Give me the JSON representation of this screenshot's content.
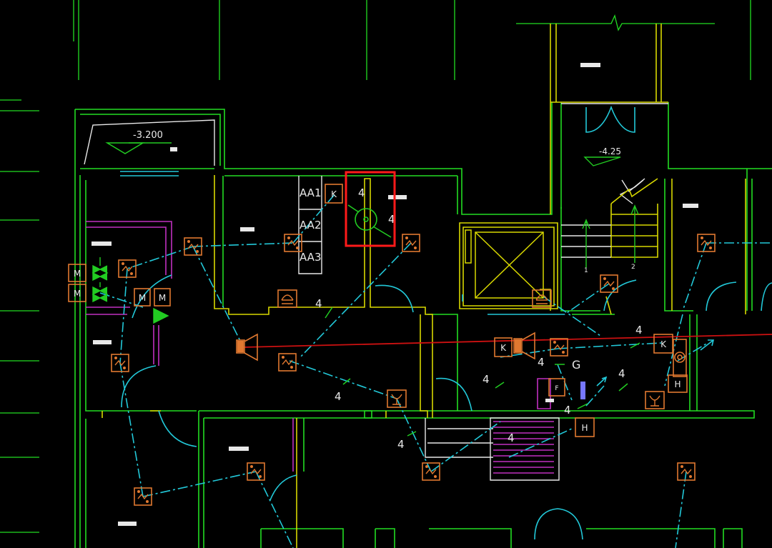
{
  "palette": {
    "background": "#000000",
    "wall_green": "#22dd22",
    "wall_yellow": "#d8d800",
    "wire_cyan": "#22c8d8",
    "device_orange": "#e07830",
    "magenta": "#c030c0",
    "red_line": "#cc1111",
    "white": "#e8e8e8",
    "selection_red": "#ff1a1a",
    "fan_green": "#22cc22",
    "highlight_blue": "#7777ff"
  },
  "levels": {
    "top_left": "-3.200",
    "stair": "-4.25"
  },
  "panels": [
    "AA1",
    "AA2",
    "AA3"
  ],
  "box_labels": {
    "k": "K",
    "m": "M",
    "h": "H",
    "f": "F",
    "g": "G"
  },
  "wire_counts": [
    "4",
    "4",
    "4",
    "4",
    "4",
    "4",
    "4",
    "4",
    "4",
    "4"
  ],
  "stair_numbers": [
    "1",
    "2"
  ],
  "icons": {
    "sensor": "smoke-detector-icon",
    "valve": "fire-valve-icon",
    "fan": "exhaust-fan-icon",
    "phone": "phone-icon",
    "horn": "alarm-horn-icon",
    "socket": "socket-icon",
    "elevator": "elevator-shaft-icon"
  },
  "selection": {
    "active": true
  }
}
